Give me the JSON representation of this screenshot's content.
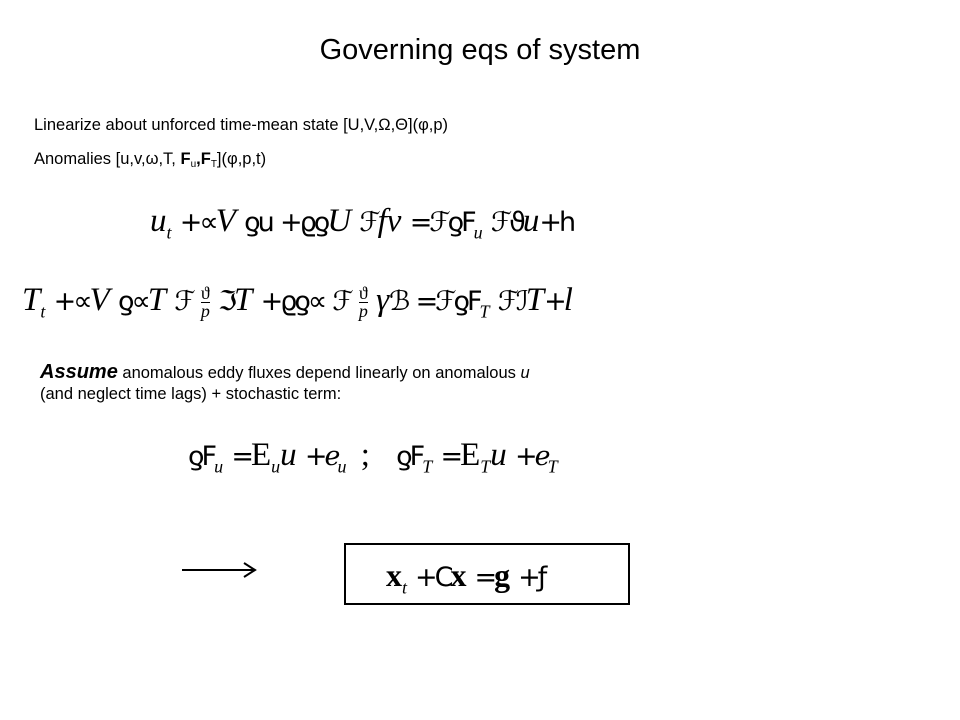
{
  "slide": {
    "title": "Governing eqs of system",
    "linearize_text": "Linearize about unforced time-mean state [U,V,Ω,Θ](φ,p)",
    "anomalies": {
      "prefix": "Anomalies [u,v,ω,T, ",
      "fu_F": "F",
      "fu_sub": "u",
      "comma": ",",
      "ft_F": "F",
      "ft_sub": "T",
      "suffix": "](φ,p,t)"
    },
    "eq1": {
      "u": "u",
      "u_sub": "t",
      "g1": "+∝",
      "V": "V",
      "g2": "ƍ",
      "g3": "u",
      "g4": "+ϱ",
      "g5": "ƍ",
      "U": "U",
      "g6": "ℱ",
      "fv": "fv",
      "g7": "=ℱƍF",
      "Fu_sub": "u",
      "g8": "ℱϑ",
      "u2": "u",
      "g9": "+h"
    },
    "eq2": {
      "T": "T",
      "T_sub": "t",
      "g1": "+∝",
      "V": "V",
      "g2": "ƍ∝",
      "T2": "T",
      "g3": "ℱ",
      "frac1_num": "ϑ",
      "frac1_den": "p",
      "g4": "ℑ",
      "T3": "T",
      "g5": "+ϱ",
      "g6": "ƍ∝",
      "g7": "ℱ",
      "frac2_num": "ϑ",
      "frac2_den": "p",
      "gamma": "γ",
      "g8": "ℬ",
      "g9": "=ℱƍF",
      "FT_sub": "T",
      "g10": "ℱℐ",
      "T4": "T",
      "g11": "+",
      "last": "l"
    },
    "assume": {
      "bold": "Assume",
      "rest1": " anomalous eddy fluxes depend linearly on anomalous ",
      "u": "u",
      "line2": "(and neglect time lags) + stochastic term:"
    },
    "eq3": {
      "g1": "ƍF",
      "Fu_sub": "u",
      "g2": "=",
      "E": "E",
      "E_sub": "u",
      "u": "u",
      "g3": "+ℯ",
      "sub1": "u",
      "semi": ";",
      "g4": "ƍF",
      "FT_sub": "T",
      "g5": "=",
      "E2": "E",
      "E2_sub": "T",
      "u2": "u",
      "g6": "+ℯ",
      "sub2": "T"
    },
    "box_eq": {
      "x": "x",
      "x_sub": "t",
      "g1": "+C",
      "x2": "x",
      "g2": "=",
      "g": "g",
      "g3": "+ƒ"
    }
  }
}
